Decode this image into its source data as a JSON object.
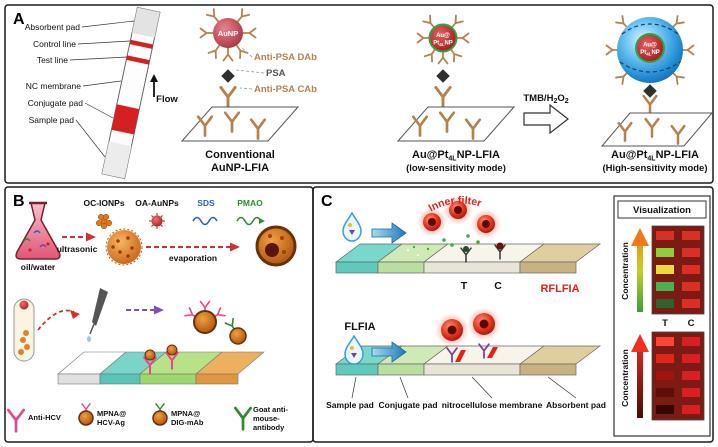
{
  "palette": {
    "aunp_red": "#c44d5a",
    "antibody_tan": "#b5824e",
    "line_red": "#d42020",
    "sphere_blue": "#1e88d0",
    "teal_pad": "#5ec9bd",
    "conjugate_green": "#b8dfa0",
    "absorbent_tan": "#c9b282",
    "rflfia_red": "#e02020",
    "sds_blue": "#2b5fc4",
    "pmao_green": "#2e8b2e"
  },
  "panel_a": {
    "label": "A",
    "strip_labels": [
      "Absorbent pad",
      "Control line",
      "Test line",
      "NC membrane",
      "Conjugate pad",
      "Sample pad"
    ],
    "flow_label": "Flow",
    "aunp_label": "AuNP",
    "dab_label": "Anti-PSA DAb",
    "psa_label": "PSA",
    "cab_label": "Anti-PSA CAb",
    "particle_line1": "Au@",
    "particle_pt": "Pt",
    "particle_sub": "4L",
    "particle_np": "NP",
    "tmb_pre": "TMB/H",
    "tmb_sub1": "2",
    "tmb_o": "O",
    "tmb_sub2": "2",
    "conv_caption1": "Conventional",
    "conv_caption2": "AuNP-LFIA",
    "mode_caption_pre": "Au@Pt",
    "mode_caption_sub": "4L",
    "mode_caption_post": "NP-LFIA",
    "low_mode": "(low-sensitivity mode)",
    "high_mode": "(High-sensitivity mode)"
  },
  "panel_b": {
    "label": "B",
    "flask_label": "oil/water",
    "ultrasonic": "ultrasonic",
    "evaporation": "evaporation",
    "oc_ionps": "OC-IONPs",
    "oa_aunps": "OA-AuNPs",
    "sds": "SDS",
    "pmao": "PMAO",
    "legend": {
      "anti_hcv": "Anti-HCV",
      "mpna_hcv_1": "MPNA@",
      "mpna_hcv_2": "HCV-Ag",
      "mpna_dig_1": "MPNA@",
      "mpna_dig_2": "DIG-mAb",
      "goat_1": "Goat anti-",
      "goat_2": "mouse-",
      "goat_3": "antibody"
    }
  },
  "panel_c": {
    "label": "C",
    "inner_filter": "Inner filter",
    "t_mark": "T",
    "c_mark": "C",
    "rflfia": "RFLFIA",
    "flfia": "FLFIA",
    "pad_labels": [
      "Sample pad",
      "Conjugate pad",
      "nitrocellulose membrane",
      "Absorbent pad"
    ],
    "visualization": {
      "title": "Visualization",
      "concentration": "Concentration",
      "t_col": "T",
      "c_col": "C",
      "top_rows": {
        "t": [
          "#d93025",
          "#8fce3a",
          "#ecd93b",
          "#49b14f",
          "#2c642c"
        ],
        "c": [
          "#d93025",
          "#d93025",
          "#d93025",
          "#d93025",
          "#d93025"
        ]
      },
      "bottom_rows": {
        "t": [
          "#ff4633",
          "#e02818",
          "#a31410",
          "#5f0d08",
          "#360703"
        ],
        "c": [
          "#d92020",
          "#d92020",
          "#d92020",
          "#d92020",
          "#d92020"
        ]
      }
    }
  }
}
